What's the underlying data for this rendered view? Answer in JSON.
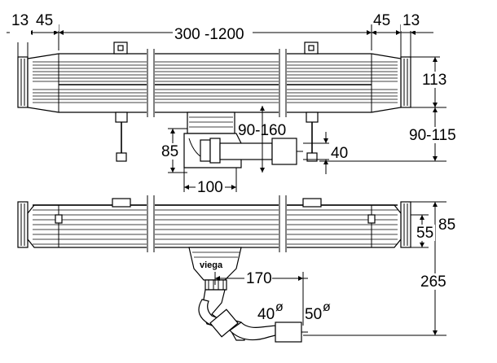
{
  "top_view": {
    "dim_end_cap_left": "13",
    "dim_flange_left": "45",
    "dim_length_range": "300 -1200",
    "dim_flange_right": "45",
    "dim_end_cap_right": "13",
    "dim_channel_height": "113",
    "dim_adjust_height": "90-115",
    "dim_outlet_height": "90-160",
    "dim_outlet_diameter": "40",
    "dim_trap_height": "85",
    "dim_trap_width": "100"
  },
  "bottom_view": {
    "dim_end_height": "85",
    "dim_end_inner": "55",
    "dim_total_height": "265",
    "dim_trap_offset": "170",
    "dim_pipe_40": "40",
    "dim_pipe_50": "50",
    "diameter_symbol": "ø",
    "brand_logo": "viega"
  }
}
